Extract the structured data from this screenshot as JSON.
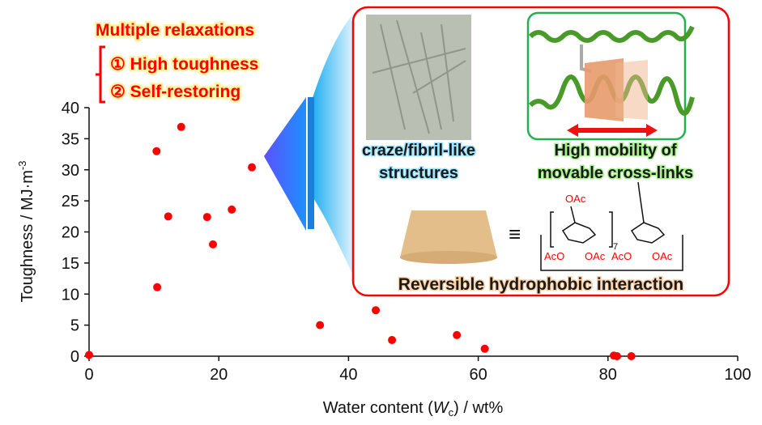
{
  "chart_data": {
    "type": "scatter",
    "title": "",
    "xlabel_prefix": "Water content (",
    "xlabel_var": "W",
    "xlabel_sub": "c",
    "xlabel_suffix": ") / wt%",
    "ylabel": "Toughness / MJ·m",
    "ylabel_sup": "-3",
    "xlim": [
      0,
      100
    ],
    "ylim": [
      0,
      40
    ],
    "xticks": [
      0,
      20,
      40,
      60,
      80,
      100
    ],
    "yticks": [
      0,
      5,
      10,
      15,
      20,
      25,
      30,
      35,
      40
    ],
    "grid": false,
    "marker_color": "#ff0000",
    "points": [
      {
        "x": 0,
        "y": 0.2
      },
      {
        "x": 10.4,
        "y": 33.0
      },
      {
        "x": 14.2,
        "y": 36.9
      },
      {
        "x": 12.2,
        "y": 22.5
      },
      {
        "x": 18.2,
        "y": 22.4
      },
      {
        "x": 22.0,
        "y": 23.6
      },
      {
        "x": 19.1,
        "y": 18.0
      },
      {
        "x": 10.5,
        "y": 11.1
      },
      {
        "x": 25.1,
        "y": 30.4
      },
      {
        "x": 35.6,
        "y": 5.0
      },
      {
        "x": 44.2,
        "y": 7.4
      },
      {
        "x": 46.7,
        "y": 2.6
      },
      {
        "x": 56.7,
        "y": 3.4
      },
      {
        "x": 61.0,
        "y": 1.2
      },
      {
        "x": 80.9,
        "y": 0.1
      },
      {
        "x": 81.4,
        "y": 0.0
      },
      {
        "x": 83.6,
        "y": 0.0
      }
    ]
  },
  "annotation": {
    "heading": "Multiple relaxations",
    "item1": "① High toughness",
    "item2": "② Self-restoring"
  },
  "inset": {
    "craze_label_1": "craze/fibril-like",
    "craze_label_2": "structures",
    "mobility_label_1": "High mobility of",
    "mobility_label_2": "movable cross-links",
    "interaction_label": "Reversible hydrophobic interaction",
    "equiv": "≡",
    "oac": "OAc",
    "aco": "AcO",
    "repeat": "7"
  },
  "colors": {
    "accent": "#ff0000",
    "frame_green": "#22b14c",
    "arrow_blue": "#2f7cf6"
  }
}
